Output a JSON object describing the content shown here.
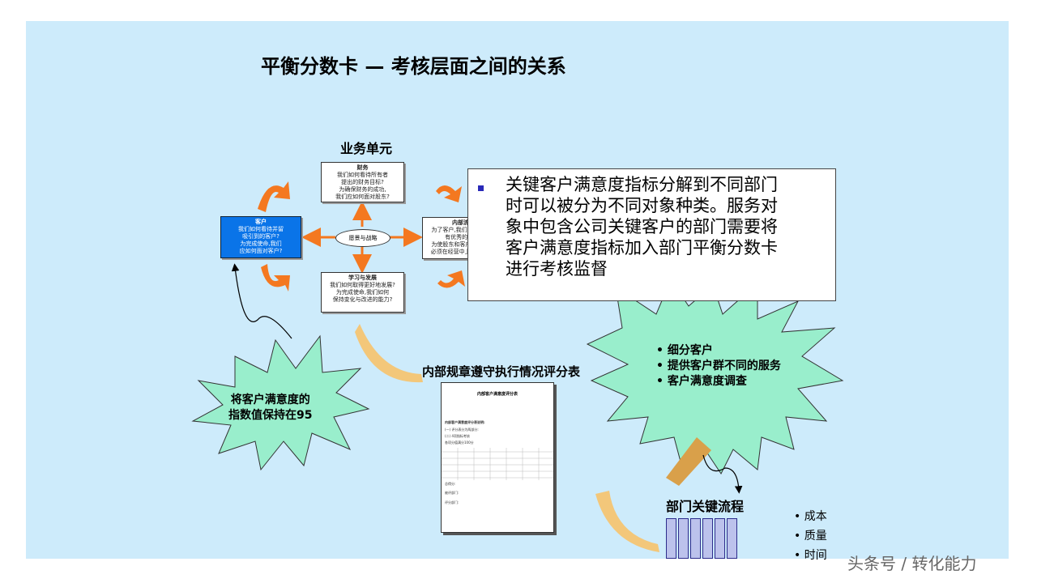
{
  "title": "平衡分数卡 — 考核层面之间的关系",
  "business_unit": {
    "label": "业务单元",
    "center": "愿景与战略",
    "finance": {
      "heading": "财务",
      "lines": [
        "我们如何看待所有者",
        "提出的财务目标?",
        "为确保财务的成功,",
        "我们应如何面对股东?"
      ]
    },
    "customer": {
      "heading": "客户",
      "lines": [
        "我们如何看待并留",
        "吸引到的客户?",
        "为完成使命,我们",
        "应如何面对客户?"
      ]
    },
    "internal": {
      "heading": "内部流程",
      "lines": [
        "为了客户,我们必须在何处",
        "有优秀的表现?",
        "为使股东和客户满意,我们",
        "必须在经营中上超越什么?"
      ]
    },
    "learning": {
      "heading": "学习与发展",
      "lines": [
        "我们如何取得更好地发展?",
        "为完成使命,我们如何",
        "保持变化与改进的能力?"
      ]
    }
  },
  "main_text": "关键客户满意度指标分解到不同部门时可以被分为不同对象种类。服务对象中包含公司关键客户的部门需要将客户满意度指标加入部门平衡分数卡进行考核监督",
  "main_text_lines": [
    "关键客户满意度指标分解到不同部门",
    "时可以被分为不同对象种类。服务对",
    "象中包含公司关键客户的部门需要将",
    "客户满意度指标加入部门平衡分数卡",
    "进行考核监督"
  ],
  "left_star": [
    "将客户满意度的",
    "指数值保持在95"
  ],
  "right_star": [
    "细分客户",
    "提供客户群不同的服务",
    "客户满意度调查"
  ],
  "scorecard_label": "内部规章遵守执行情况评分表",
  "document": {
    "title": "内部客户满意度评分表",
    "lines": [
      "内部客户满意度评分表说明:",
      "(一) 评分表分为两部分:",
      "(二) 4项指标考核",
      "各项分值满分100分",
      "总得分:",
      "被评部门:",
      "评分部门:"
    ]
  },
  "process_label": "部门关键流程",
  "process_bar_count": 6,
  "process_metrics": [
    "成本",
    "质量",
    "时间"
  ],
  "watermark": "头条号 / 转化能力",
  "colors": {
    "background": "#cdebfb",
    "customer_box": "#0a74e8",
    "cycle_arrows": "#f47820",
    "star_fill": "#99eecc",
    "curved_arrows": "#f3c77a",
    "bars": "#bcc2ec"
  }
}
